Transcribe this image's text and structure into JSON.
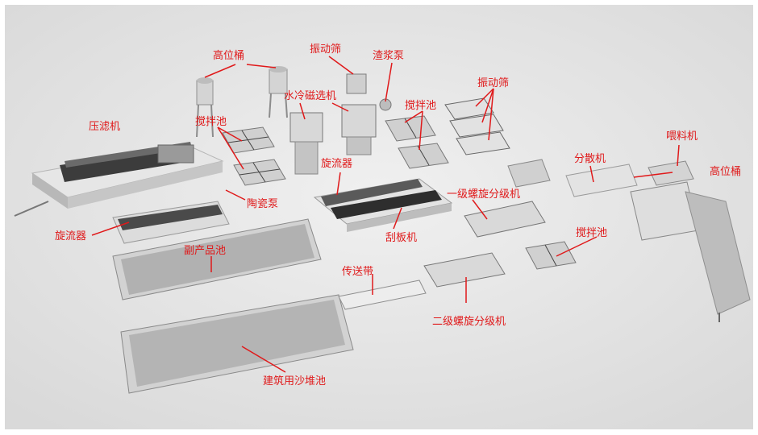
{
  "colors": {
    "label": "#e0191a",
    "leader": "#e0191a",
    "background": "#ececec",
    "equipment_light": "#dcdcdc",
    "equipment_dark": "#3a3a3a"
  },
  "labels": {
    "press_filter": "压滤机",
    "high_tank_left": "高位桶",
    "vibrating_screen_top": "振动筛",
    "slurry_pump": "渣浆泵",
    "water_cooled_magnetic_separator": "水冷磁选机",
    "mixing_tank_left": "搅拌池",
    "mixing_tank_center": "搅拌池",
    "vibrating_screen_right": "振动筛",
    "feeder": "喂料机",
    "disperser": "分散机",
    "high_tank_right": "高位桶",
    "cyclone_center": "旋流器",
    "ceramic_pump": "陶瓷泵",
    "primary_spiral_classifier": "一级螺旋分级机",
    "cyclone_left": "旋流器",
    "byproduct_pool": "副产品池",
    "scraper": "刮板机",
    "mixing_tank_right": "搅拌池",
    "conveyor_belt": "传送带",
    "secondary_spiral_classifier": "二级螺旋分级机",
    "construction_sand_pool": "建筑用沙堆池"
  }
}
